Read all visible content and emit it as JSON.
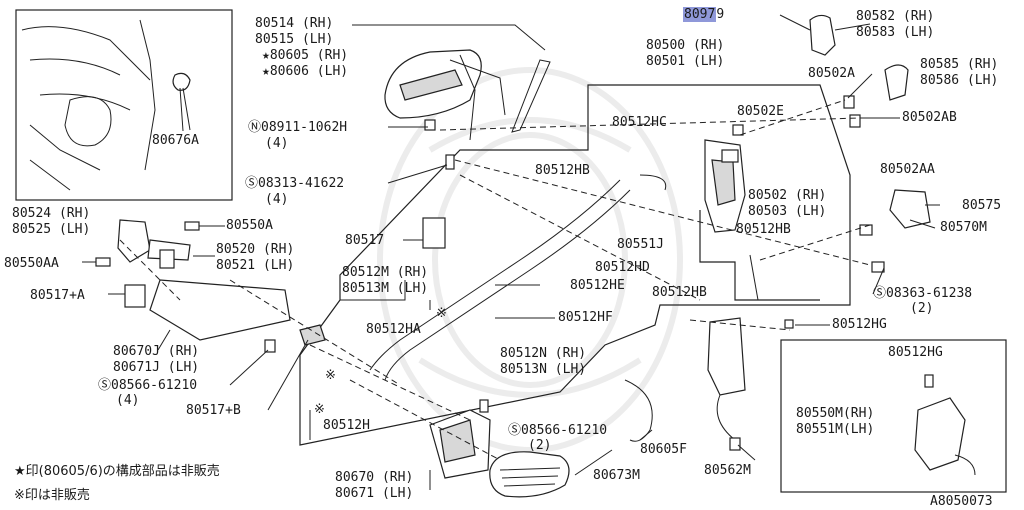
{
  "highlight_color": "#8f98d9",
  "diagram_code": "A8050073",
  "labels": {
    "p80514": "80514 (RH)",
    "p80515": "80515 (LH)",
    "p80605": "★80605 (RH)",
    "p80606": "★80606 (LH)",
    "p08911": "08911-1062H",
    "p08911q": "(4)",
    "p08313": "08313-41622",
    "p08313q": "(4)",
    "p80676a": "80676A",
    "p80524": "80524 (RH)",
    "p80525": "80525 (LH)",
    "p80550a": "80550A",
    "p80520": "80520 (RH)",
    "p80521": "80521 (LH)",
    "p80550aa": "80550AA",
    "p80517": "80517",
    "p80517a": "80517+A",
    "p80670j": "80670J (RH)",
    "p80671j": "80671J (LH)",
    "p08566a": "08566-61210",
    "p08566aq": "(4)",
    "p80517b": "80517+B",
    "p80512h": "80512H",
    "p80512m": "80512M (RH)",
    "p80513m": "80513M (LH)",
    "p80512ha": "80512HA",
    "p80512n": "80512N (RH)",
    "p80513n": "80513N (LH)",
    "p80512hf": "80512HF",
    "p80512he": "80512HE",
    "p80512hd": "80512HD",
    "p80512hb1": "80512HB",
    "p80512hc": "80512HC",
    "p80500": "80500 (RH)",
    "p80501": "80501 (LH)",
    "p80502e": "80502E",
    "p80551j": "80551J",
    "p80502": "80502 (RH)",
    "p80503": "80503 (LH)",
    "p80512hb2": "80512HB",
    "p80512hb3": "80512HB",
    "p80097a": "8097",
    "p80097b": "9",
    "p80582": "80582 (RH)",
    "p80583": "80583 (LH)",
    "p80502a": "80502A",
    "p80585": "80585 (RH)",
    "p80586": "80586 (LH)",
    "p80502ab": "80502AB",
    "p80502aa": "80502AA",
    "p80575": "80575",
    "p80570m": "80570M",
    "p08363": "08363-61238",
    "p08363q": "(2)",
    "p80512hg1": "80512HG",
    "p80512hg2": "80512HG",
    "p80550m": "80550M(RH)",
    "p80551m": "80551M(LH)",
    "p80562m": "80562M",
    "p80605f": "80605F",
    "p08566b": "08566-61210",
    "p08566bq": "(2)",
    "p80673m": "80673M",
    "p80670": "80670 (RH)",
    "p80671": "80671 (LH)"
  },
  "notes": {
    "star_note": "★印(80605/6)の構成部品は非販売",
    "kome_note": "※印は非販売"
  },
  "icons": [
    "star-icon",
    "kome-mark-icon",
    "circled-n-icon",
    "circled-s-icon"
  ]
}
